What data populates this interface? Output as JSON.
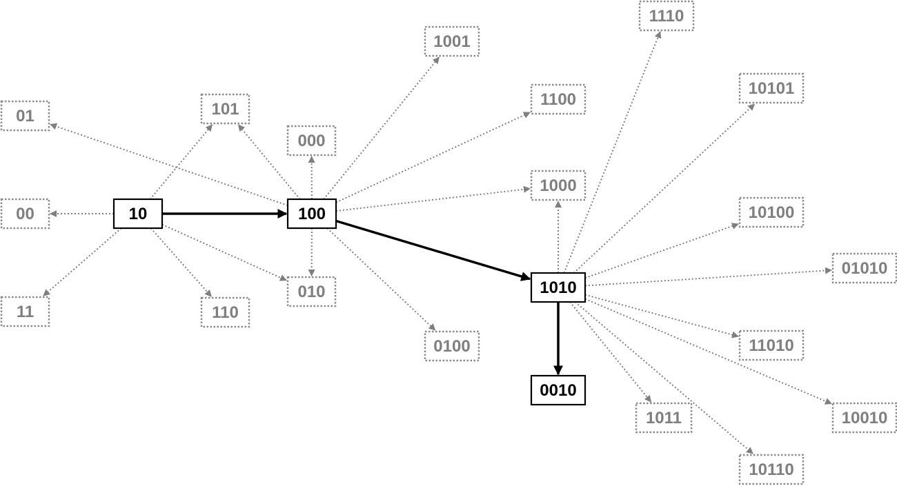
{
  "diagram": {
    "nodes": [
      {
        "id": "n10",
        "label": "10",
        "style": "main"
      },
      {
        "id": "n100",
        "label": "100",
        "style": "main"
      },
      {
        "id": "n1010",
        "label": "1010",
        "style": "main"
      },
      {
        "id": "n0010",
        "label": "0010",
        "style": "main"
      },
      {
        "id": "n01",
        "label": "01",
        "style": "dotted"
      },
      {
        "id": "n00",
        "label": "00",
        "style": "dotted"
      },
      {
        "id": "n11",
        "label": "11",
        "style": "dotted"
      },
      {
        "id": "n101",
        "label": "101",
        "style": "dotted"
      },
      {
        "id": "n110",
        "label": "110",
        "style": "dotted"
      },
      {
        "id": "n000",
        "label": "000",
        "style": "dotted"
      },
      {
        "id": "n010",
        "label": "010",
        "style": "dotted"
      },
      {
        "id": "n1001",
        "label": "1001",
        "style": "dotted"
      },
      {
        "id": "n1100",
        "label": "1100",
        "style": "dotted"
      },
      {
        "id": "n1000",
        "label": "1000",
        "style": "dotted"
      },
      {
        "id": "n0100",
        "label": "0100",
        "style": "dotted"
      },
      {
        "id": "n1110",
        "label": "1110",
        "style": "dotted"
      },
      {
        "id": "n10101",
        "label": "10101",
        "style": "dotted"
      },
      {
        "id": "n10100",
        "label": "10100",
        "style": "dotted"
      },
      {
        "id": "n01010",
        "label": "01010",
        "style": "dotted"
      },
      {
        "id": "n11010",
        "label": "11010",
        "style": "dotted"
      },
      {
        "id": "n10010",
        "label": "10010",
        "style": "dotted"
      },
      {
        "id": "n1011",
        "label": "1011",
        "style": "dotted"
      },
      {
        "id": "n10110",
        "label": "10110",
        "style": "dotted"
      }
    ],
    "edges": [
      {
        "from": "n10",
        "to": "n100",
        "style": "solid"
      },
      {
        "from": "n100",
        "to": "n1010",
        "style": "solid"
      },
      {
        "from": "n1010",
        "to": "n0010",
        "style": "solid"
      },
      {
        "from": "n10",
        "to": "n00",
        "style": "dotted"
      },
      {
        "from": "n10",
        "to": "n11",
        "style": "dotted"
      },
      {
        "from": "n10",
        "to": "n101",
        "style": "dotted"
      },
      {
        "from": "n10",
        "to": "n110",
        "style": "dotted"
      },
      {
        "from": "n10",
        "to": "n010",
        "style": "dotted"
      },
      {
        "from": "n100",
        "to": "n01",
        "style": "dotted"
      },
      {
        "from": "n100",
        "to": "n101",
        "style": "dotted"
      },
      {
        "from": "n100",
        "to": "n000",
        "style": "dotted"
      },
      {
        "from": "n100",
        "to": "n010",
        "style": "dotted"
      },
      {
        "from": "n100",
        "to": "n1001",
        "style": "dotted"
      },
      {
        "from": "n100",
        "to": "n1100",
        "style": "dotted"
      },
      {
        "from": "n100",
        "to": "n1000",
        "style": "dotted"
      },
      {
        "from": "n100",
        "to": "n0100",
        "style": "dotted"
      },
      {
        "from": "n1010",
        "to": "n1000",
        "style": "dotted"
      },
      {
        "from": "n1010",
        "to": "n1110",
        "style": "dotted"
      },
      {
        "from": "n1010",
        "to": "n10101",
        "style": "dotted"
      },
      {
        "from": "n1010",
        "to": "n10100",
        "style": "dotted"
      },
      {
        "from": "n1010",
        "to": "n01010",
        "style": "dotted"
      },
      {
        "from": "n1010",
        "to": "n11010",
        "style": "dotted"
      },
      {
        "from": "n1010",
        "to": "n10010",
        "style": "dotted"
      },
      {
        "from": "n1010",
        "to": "n1011",
        "style": "dotted"
      },
      {
        "from": "n1010",
        "to": "n10110",
        "style": "dotted"
      }
    ],
    "colors": {
      "main": "#000000",
      "dotted": "#7f7f7f",
      "background": "#ffffff"
    }
  }
}
